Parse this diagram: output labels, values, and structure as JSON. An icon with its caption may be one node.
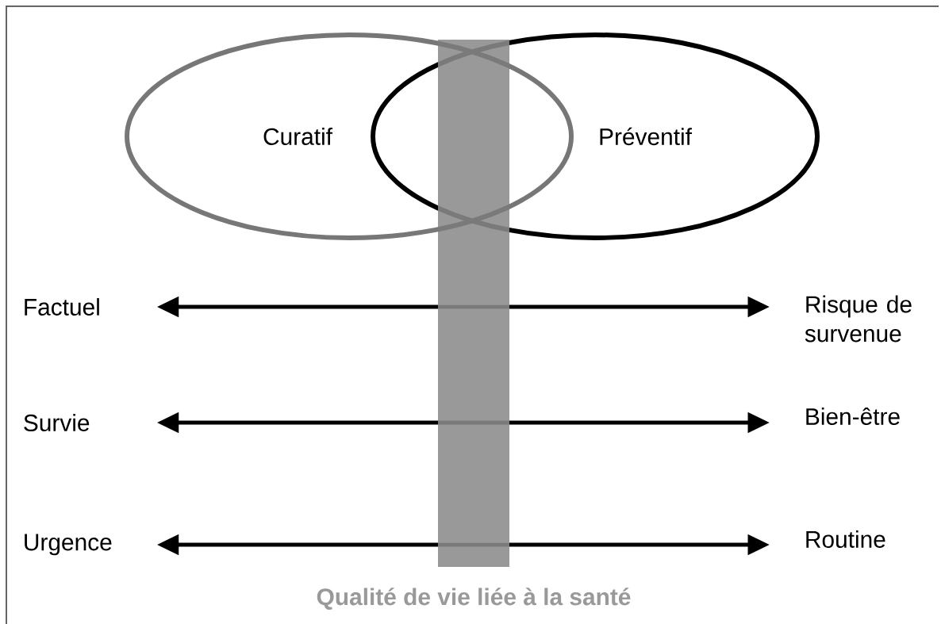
{
  "diagram": {
    "nodes": [
      {
        "text": [
          "Curatif"
        ]
      },
      {
        "text": [
          "Préventif"
        ]
      },
      {
        "text": [
          "Factuel"
        ]
      },
      {
        "text": [
          "Risque de survenue"
        ]
      },
      {
        "text": [
          "Survie"
        ]
      },
      {
        "text": [
          "Bien-être"
        ]
      },
      {
        "text": [
          "Urgence"
        ]
      },
      {
        "text": [
          "Routine"
        ]
      }
    ],
    "edges": [
      {
        "from": 2,
        "to": 3,
        "arrow": "both"
      },
      {
        "from": 4,
        "to": 5,
        "arrow": "both"
      },
      {
        "from": 6,
        "to": 7,
        "arrow": "both"
      }
    ],
    "labels": [
      "Qualité de vie liée à la santé"
    ]
  }
}
